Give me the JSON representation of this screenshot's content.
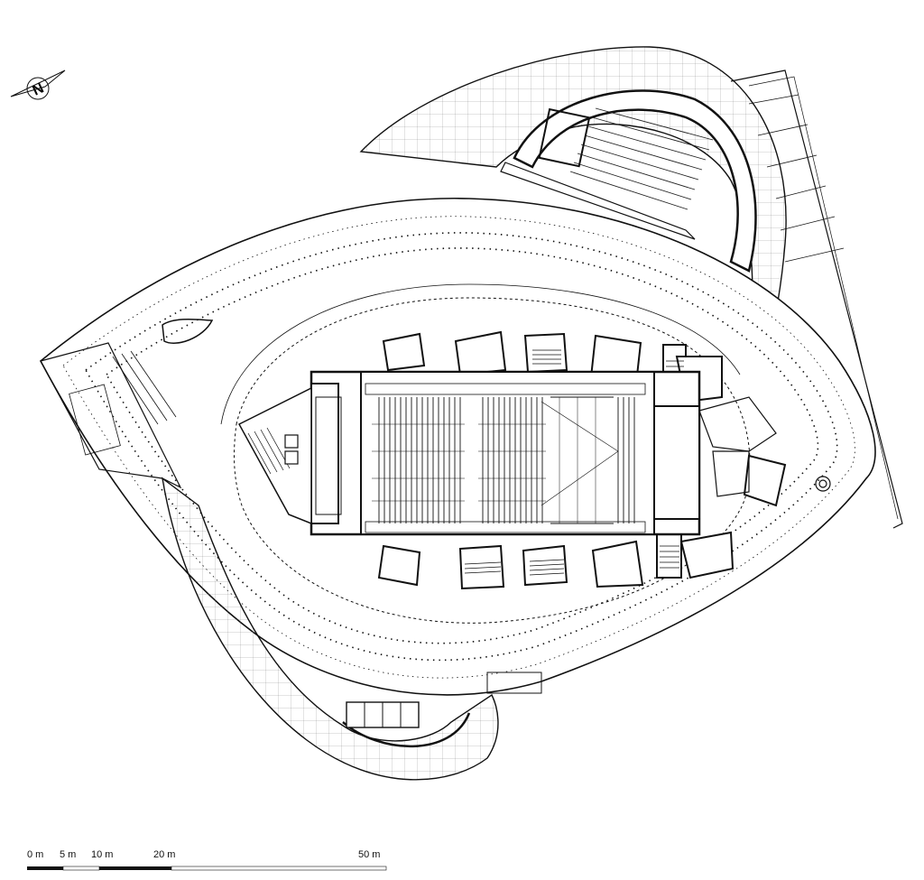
{
  "compass": {
    "letter": "N",
    "icon": "north-arrow-icon"
  },
  "scale_bar": {
    "labels": [
      "0 m",
      "5 m",
      "10 m",
      "20 m",
      "50 m"
    ]
  }
}
